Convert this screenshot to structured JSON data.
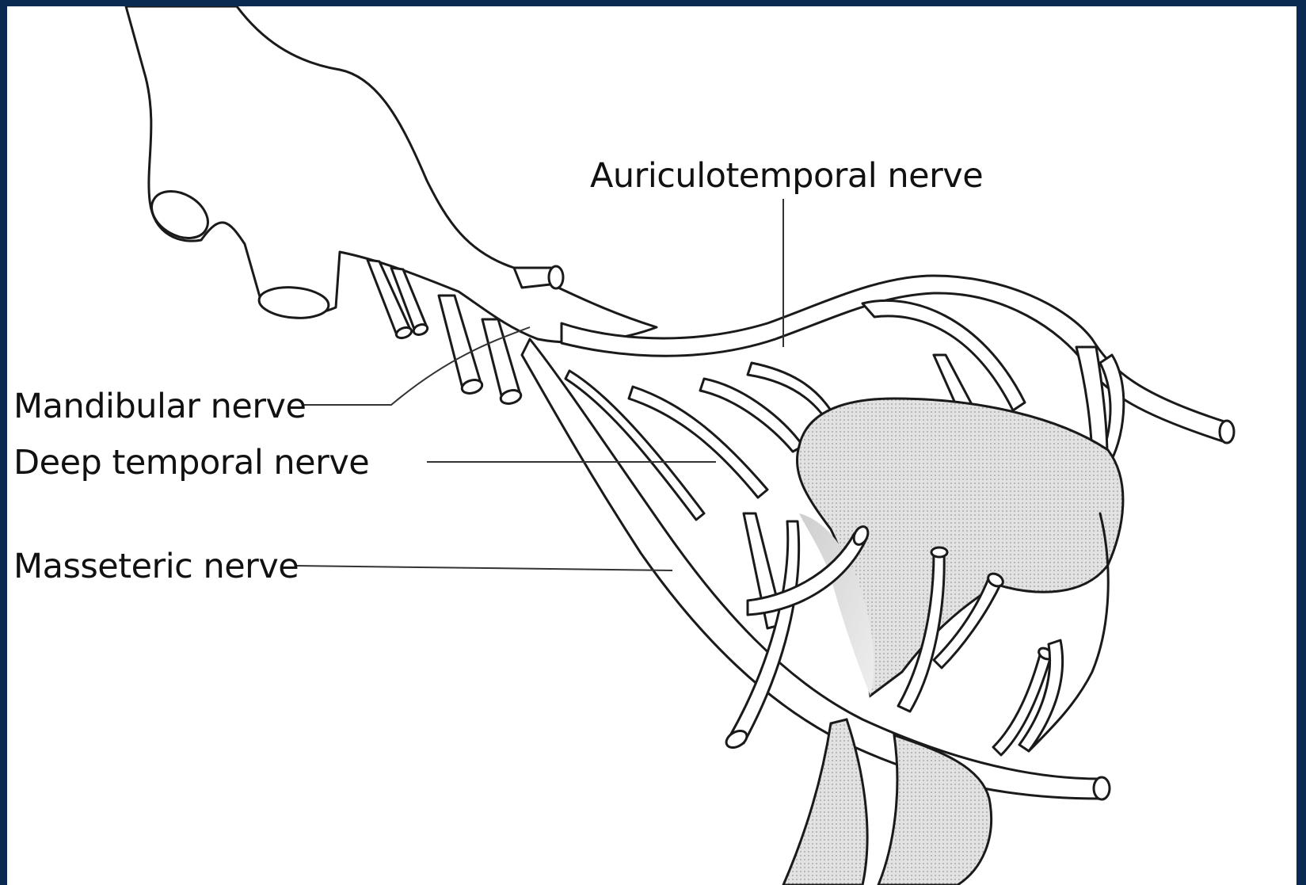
{
  "labels": {
    "auriculotemporal": "Auriculotemporal nerve",
    "mandibular": "Mandibular nerve",
    "deep_temporal": "Deep temporal nerve",
    "masseteric": "Masseteric nerve"
  },
  "colors": {
    "frame": "#0b2a52",
    "background": "#ffffff",
    "line": "#1a1a1a",
    "shading": "#d6d6d6"
  }
}
